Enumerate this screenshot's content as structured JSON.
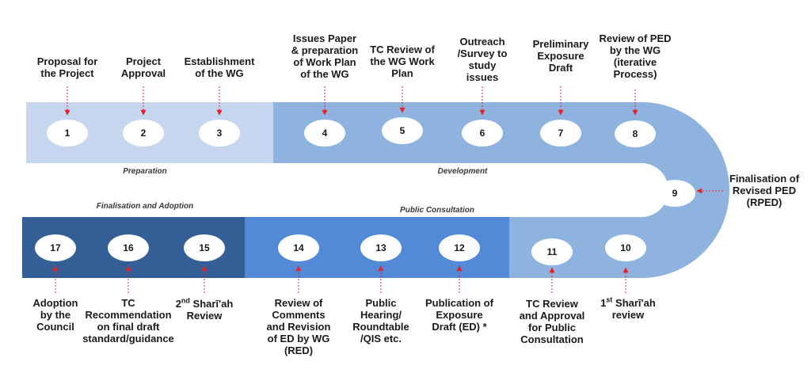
{
  "phases": [
    {
      "id": "preparation",
      "label": "Preparation"
    },
    {
      "id": "development",
      "label": "Development"
    },
    {
      "id": "public-consultation",
      "label": "Public Consultation"
    },
    {
      "id": "finalisation-adoption",
      "label": "Finalisation and Adoption"
    }
  ],
  "steps": [
    {
      "num": "1",
      "label": "Proposal for\nthe Project"
    },
    {
      "num": "2",
      "label": "Project\nApproval"
    },
    {
      "num": "3",
      "label": "Establishment\nof the WG"
    },
    {
      "num": "4",
      "label": "Issues Paper\n& preparation\nof Work Plan\nof the WG"
    },
    {
      "num": "5",
      "label": "TC Review of\nthe WG Work\nPlan"
    },
    {
      "num": "6",
      "label": "Outreach\n/Survey to\nstudy\nissues"
    },
    {
      "num": "7",
      "label": "Preliminary\nExposure\nDraft"
    },
    {
      "num": "8",
      "label": "Review of PED\nby the WG\n(iterative\nProcess)"
    },
    {
      "num": "9",
      "label": "Finalisation of\nRevised PED\n(RPED)"
    },
    {
      "num": "10",
      "ord": "1",
      "ord_sup": "st",
      "label_rest": " Sharī'ah\nreview"
    },
    {
      "num": "11",
      "label": "TC Review\nand Approval\nfor Public\nConsultation"
    },
    {
      "num": "12",
      "label": "Publication of\nExposure\nDraft (ED) *"
    },
    {
      "num": "13",
      "label": "Public\nHearing/\nRoundtable\n/QIS etc."
    },
    {
      "num": "14",
      "label": "Review of\nComments\nand Revision\nof ED by WG\n(RED)"
    },
    {
      "num": "15",
      "ord": "2",
      "ord_sup": "nd",
      "label_rest": " Sharī'ah\nReview"
    },
    {
      "num": "16",
      "label": "TC\nRecommendation\non final draft\nstandard/guidance"
    },
    {
      "num": "17",
      "label": "Adoption\nby the\nCouncil"
    }
  ],
  "colors": {
    "preparation": "#c5d6ee",
    "development": "#8fb3df",
    "consultation_light": "#95b6e2",
    "public_consultation": "#538ad8",
    "finalisation": "#345f96",
    "node": "#ffffff",
    "arrow": "#e8202a",
    "text": "#1a1a1a"
  }
}
